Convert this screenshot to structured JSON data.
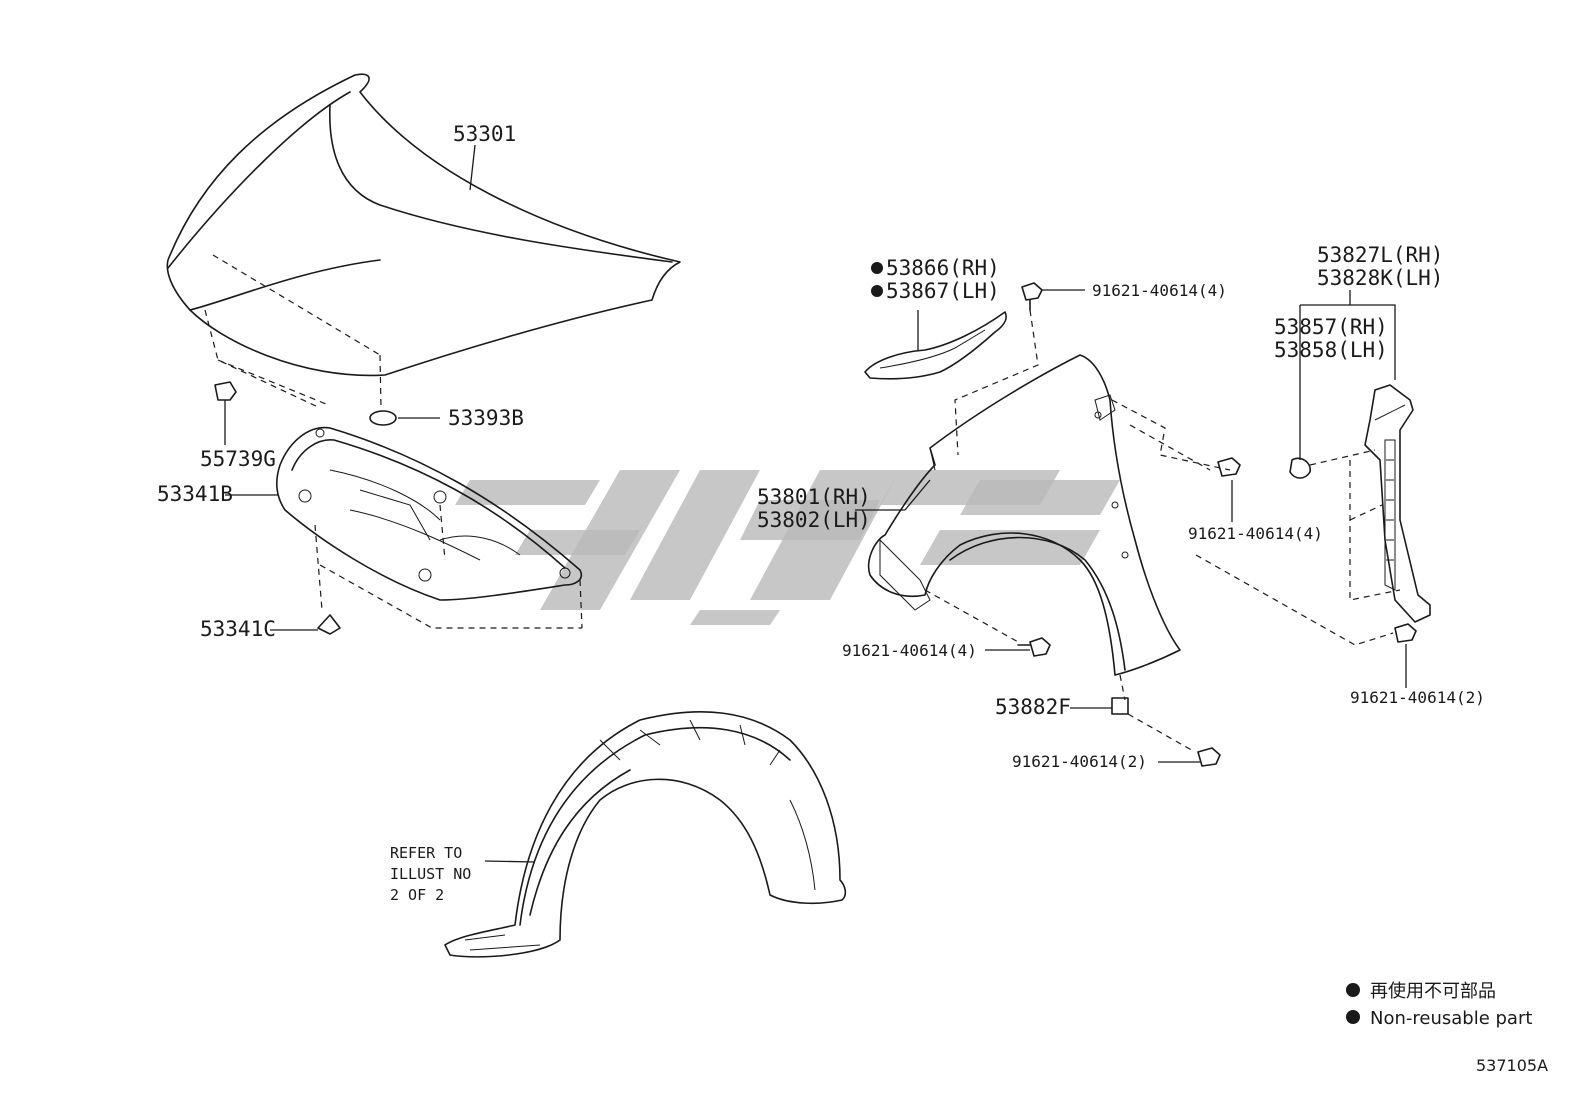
{
  "callouts": {
    "p53301": "53301",
    "p53393b": "53393B",
    "p55739g": "55739G",
    "p53341b": "53341B",
    "p53341c": "53341C",
    "p53866": "53866(RH)",
    "p53867": "53867(LH)",
    "bolt_top": "91621-40614(4)",
    "p53801": "53801(RH)",
    "p53802": "53802(LH)",
    "bolt_mid_right": "91621-40614(4)",
    "bolt_lower_left": "91621-40614(4)",
    "p53882f": "53882F",
    "bolt_bottom": "91621-40614(2)",
    "p53827l": "53827L(RH)",
    "p53828k": "53828K(LH)",
    "p53857": "53857(RH)",
    "p53858": "53858(LH)",
    "bolt_far_right": "91621-40614(2)"
  },
  "note": {
    "line1": "REFER TO",
    "line2": "ILLUST NO",
    "line3": "2 OF 2"
  },
  "legend": {
    "line1": "再使用不可部品",
    "line2": "Non-reusable part"
  },
  "illustration_id": "537105A"
}
